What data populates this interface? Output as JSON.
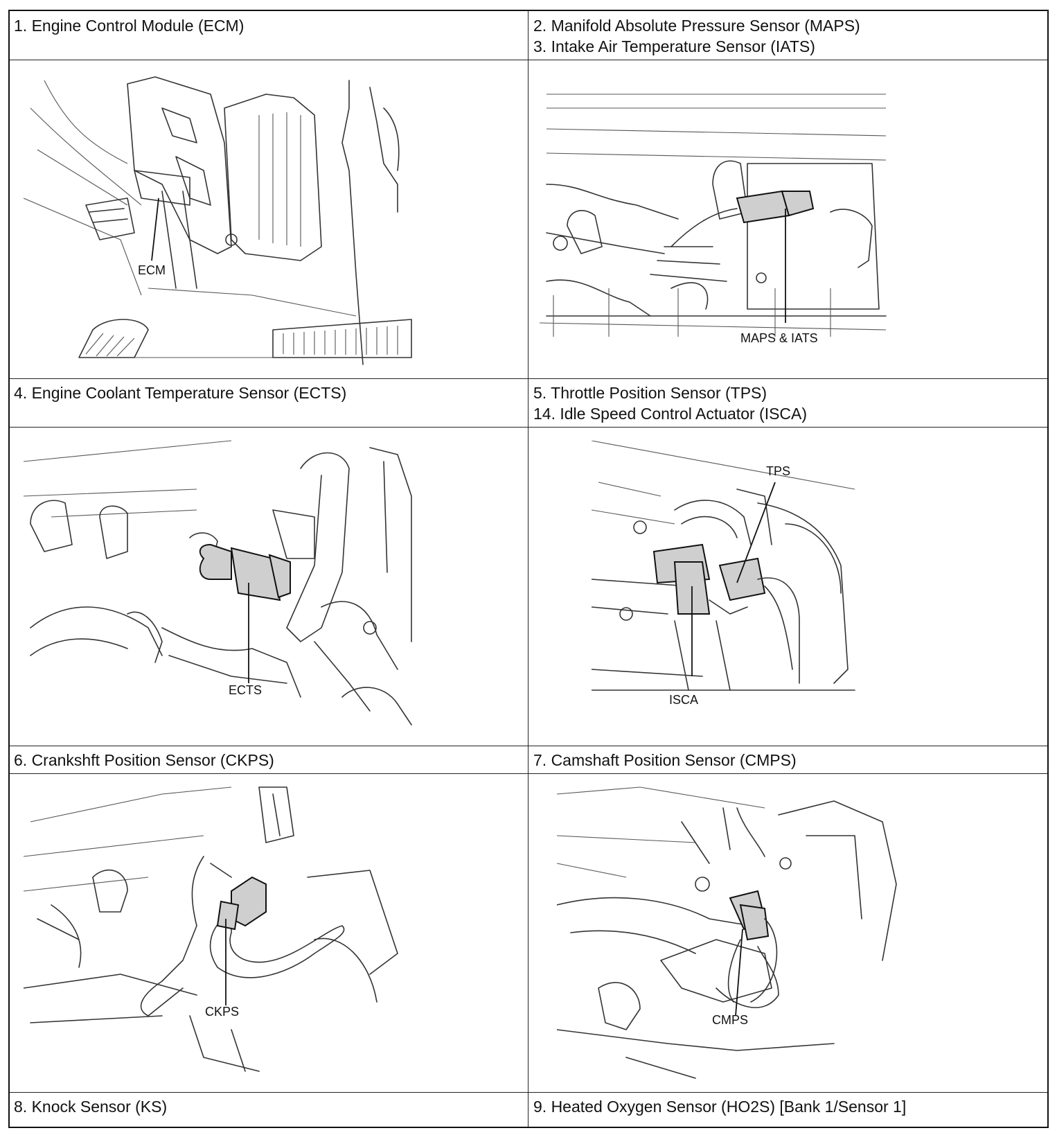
{
  "cells": [
    {
      "captions": [
        "1. Engine Control Module (ECM)"
      ],
      "callouts": [
        "ECM"
      ]
    },
    {
      "captions": [
        "2. Manifold Absolute Pressure Sensor (MAPS)",
        "3. Intake Air Temperature Sensor (IATS)"
      ],
      "callouts": [
        "MAPS & IATS"
      ]
    },
    {
      "captions": [
        "4. Engine Coolant Temperature Sensor (ECTS)"
      ],
      "callouts": [
        "ECTS"
      ]
    },
    {
      "captions": [
        "5. Throttle Position Sensor (TPS)",
        "14. Idle Speed Control Actuator (ISCA)"
      ],
      "callouts": [
        "TPS",
        "ISCA"
      ]
    },
    {
      "captions": [
        "6. Crankshft Position Sensor (CKPS)"
      ],
      "callouts": [
        "CKPS"
      ]
    },
    {
      "captions": [
        "7. Camshaft Position Sensor (CMPS)"
      ],
      "callouts": [
        "CMPS"
      ]
    },
    {
      "captions": [
        "8. Knock Sensor (KS)"
      ],
      "callouts": []
    },
    {
      "captions": [
        "9. Heated Oxygen Sensor (HO2S) [Bank 1/Sensor 1]"
      ],
      "callouts": []
    }
  ]
}
